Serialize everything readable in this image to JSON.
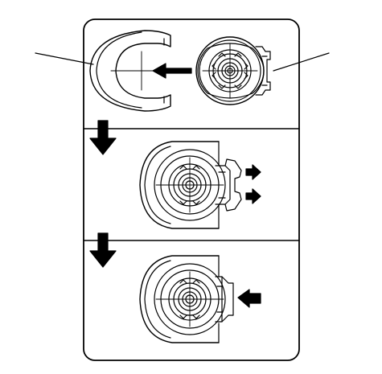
{
  "diagram": {
    "panels": [
      {
        "id": "step-1",
        "description_hidden": true
      },
      {
        "id": "step-2",
        "description_hidden": true
      },
      {
        "id": "step-3",
        "description_hidden": true
      }
    ],
    "colors": {
      "line": "#000000",
      "background": "#ffffff"
    },
    "icons": [
      "leader-line",
      "bold-arrow-left",
      "bold-arrow-down",
      "small-arrow-right",
      "bold-arrow-left-push"
    ]
  }
}
